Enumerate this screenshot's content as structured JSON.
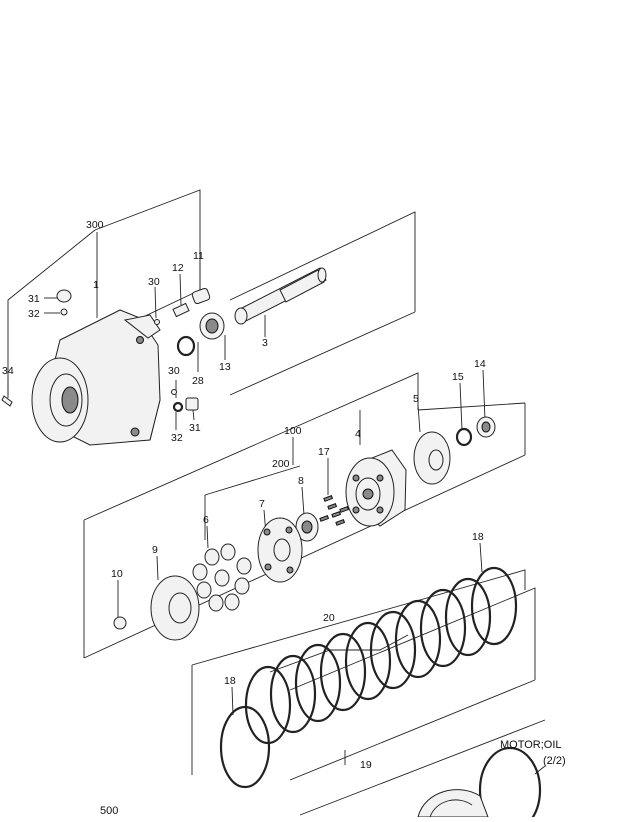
{
  "diagram": {
    "caption": "MOTOR;OIL",
    "page_indicator": "(2/2)",
    "footer_code": "500",
    "callouts": {
      "c300": "300",
      "c11": "11",
      "c12": "12",
      "c30a": "30",
      "c31a": "31",
      "c32a": "32",
      "c1": "1",
      "c34": "34",
      "c28": "28",
      "c13": "13",
      "c3": "3",
      "c30b": "30",
      "c32b": "32",
      "c31b": "31",
      "c14": "14",
      "c15": "15",
      "c5": "5",
      "c100": "100",
      "c4": "4",
      "c17": "17",
      "c200": "200",
      "c8": "8",
      "c7": "7",
      "c6": "6",
      "c9": "9",
      "c10": "10",
      "c18a": "18",
      "c20": "20",
      "c18b": "18",
      "c19": "19"
    }
  }
}
